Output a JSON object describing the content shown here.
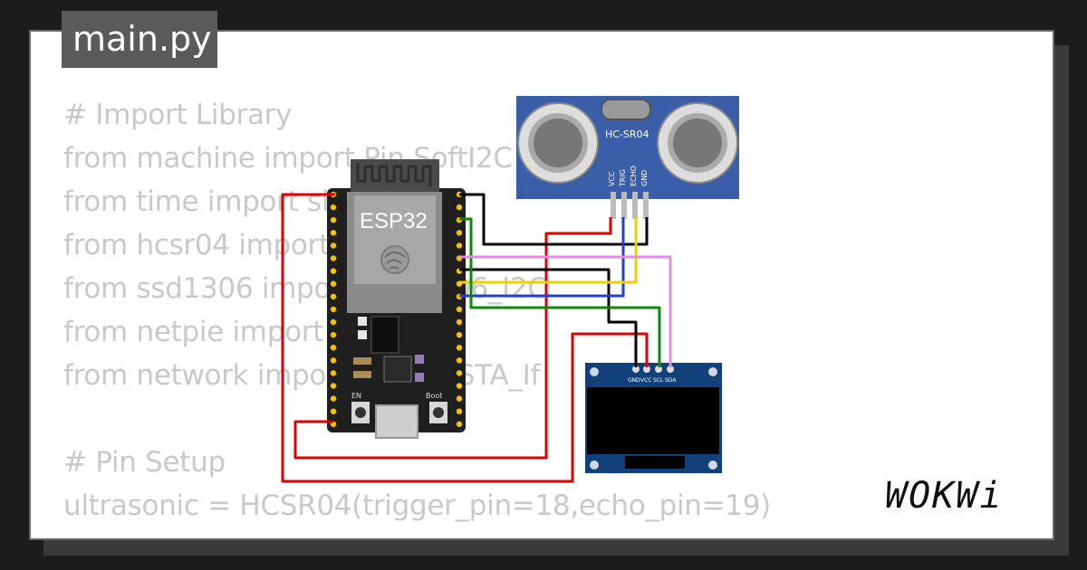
{
  "file_tab": {
    "label": "main.py"
  },
  "code_lines": [
    "# Import Library",
    "from machine import Pin SoftI2C",
    "from time import sleep",
    "from hcsr04 import HCSR04",
    "from ssd1306 import SSD1306_I2C",
    "from netpie import NETPIE",
    "from network import WLAN, STA_If",
    "",
    "# Pin Setup",
    "ultrasonic = HCSR04(trigger_pin=18,echo_pin=19)"
  ],
  "esp32": {
    "label": "ESP32",
    "en_label": "EN",
    "boot_label": "Boot"
  },
  "ultrasonic": {
    "label": "HC-SR04",
    "pins": [
      "VCC",
      "TRIG",
      "ECHO",
      "GND"
    ]
  },
  "oled": {
    "pins": [
      "GND",
      "VCC",
      "SCL",
      "SDA"
    ]
  },
  "brand": {
    "label": "WOKWi"
  },
  "colors": {
    "background": "#1c1c1c",
    "card": "#ffffff",
    "code_text": "#c9c9c9",
    "tab_bg": "#5a5a5a",
    "esp32_board": "#1f1f1f",
    "sensor_board": "#3b5ea8",
    "oled_board": "#12407a",
    "wire_red": "#e00000",
    "wire_black": "#000000",
    "wire_blue": "#1f3fd6",
    "wire_yellow": "#f2d100",
    "wire_green": "#0a8a0a",
    "wire_pink": "#e88be8"
  }
}
